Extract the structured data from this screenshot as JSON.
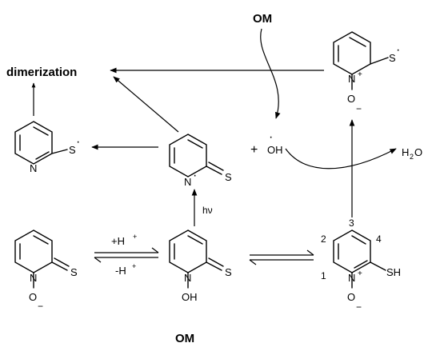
{
  "labels": {
    "om_top": "OM",
    "om_bottom": "OM",
    "dimerization": "dimerization",
    "plus": "+",
    "oh": "OH",
    "water_h": "H",
    "water_2": "2",
    "water_o": "O",
    "protonate": "+H",
    "deprotonate": "-H",
    "plus_sup": "+",
    "hv": "hν"
  },
  "atoms": {
    "n": "N",
    "o": "O",
    "s": "S",
    "sh": "SH",
    "oh": "OH",
    "plus": "+",
    "minus": "−",
    "radical": "·"
  },
  "ring_numbers": [
    "1",
    "2",
    "3",
    "4"
  ]
}
